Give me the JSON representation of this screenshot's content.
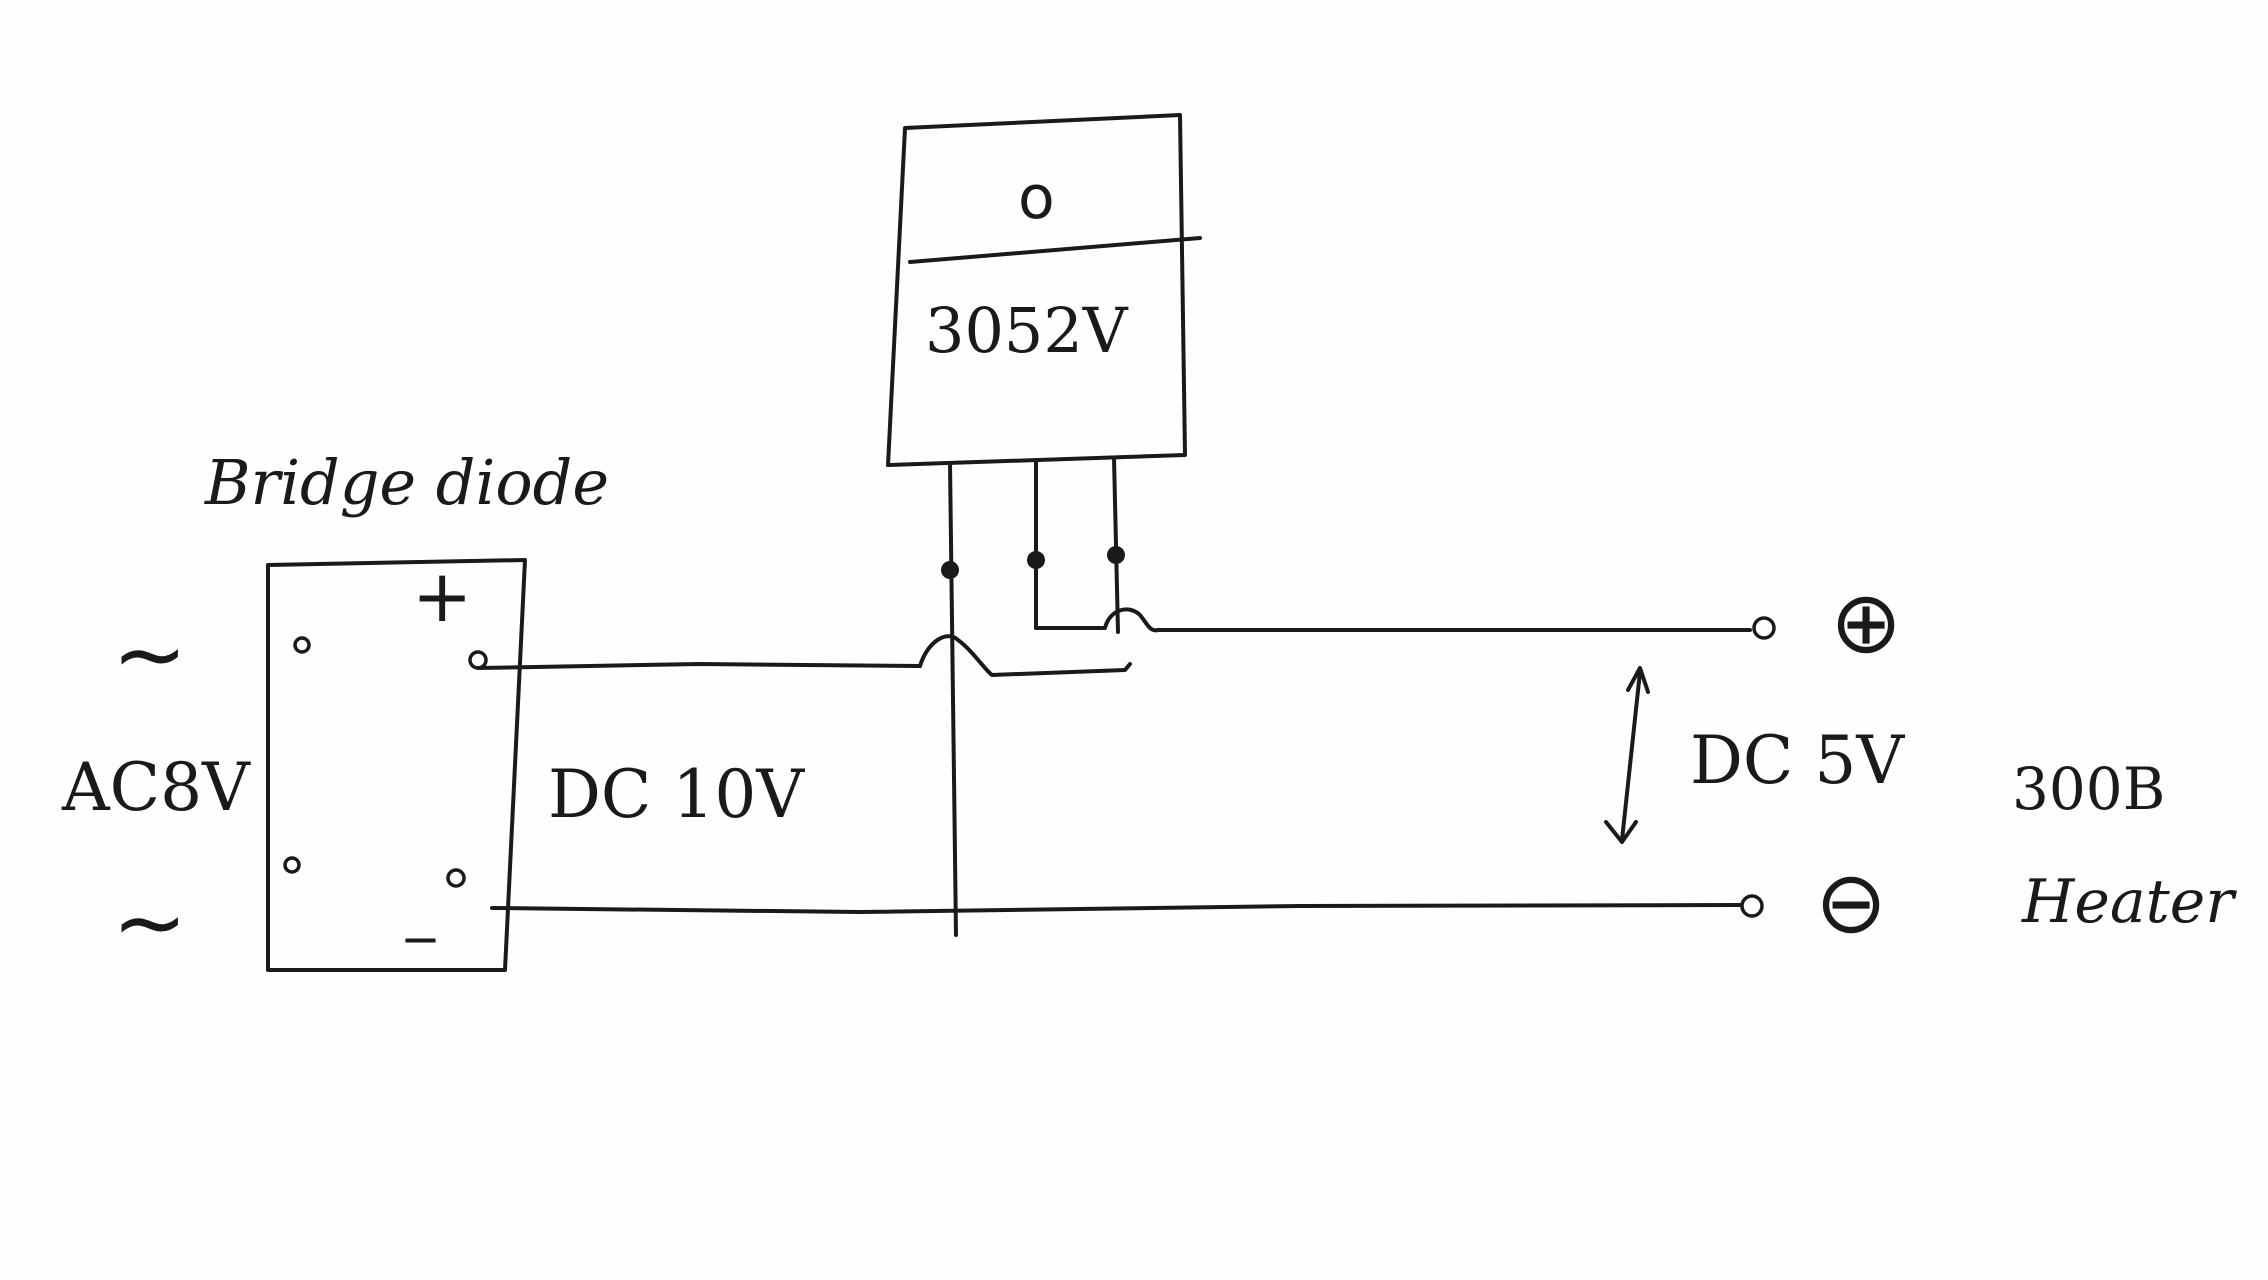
{
  "bridge": {
    "title": "Bridge diode",
    "plus_mark": "+",
    "minus_mark": "_"
  },
  "input": {
    "ac_label": "AC8V",
    "ac_symbol": "~"
  },
  "dc_in_label": "DC 10V",
  "regulator": {
    "hole_mark": "o",
    "part_label": "3052V"
  },
  "output": {
    "dc_out_label": "DC 5V",
    "plus_symbol": "⊕",
    "minus_symbol": "⊖",
    "load_label_1": "300B",
    "load_label_2": "Heater"
  },
  "colors": {
    "ink": "#1a1a1a",
    "paper": "#fefefe"
  }
}
